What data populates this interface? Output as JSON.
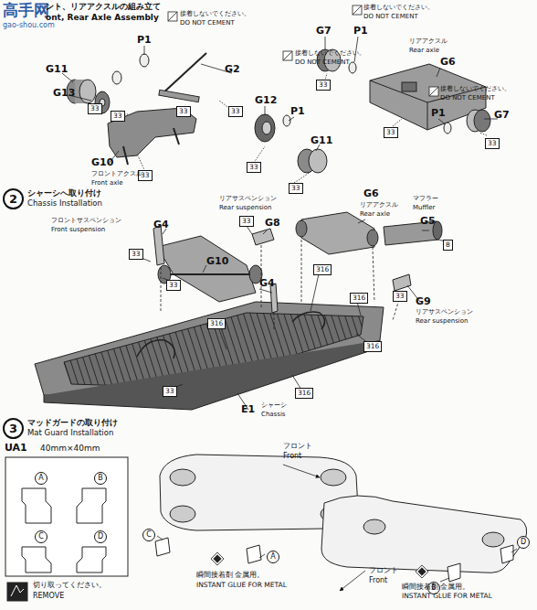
{
  "diagram": {
    "nodes": [
      {
        "text": [
          "33"
        ]
      },
      {
        "text": [
          "33"
        ]
      },
      {
        "text": [
          "33"
        ]
      },
      {
        "text": [
          "33"
        ]
      },
      {
        "text": [
          "33"
        ]
      },
      {
        "text": [
          "33"
        ]
      },
      {
        "text": [
          "33"
        ]
      },
      {
        "text": [
          "33"
        ]
      },
      {
        "text": [
          "33"
        ]
      },
      {
        "text": [
          "33"
        ]
      },
      {
        "text": [
          "2",
          "シャーシへ取り付け",
          "Chassis Installation"
        ]
      },
      {
        "text": [
          "33"
        ]
      },
      {
        "text": [
          "8"
        ]
      },
      {
        "text": [
          "33"
        ]
      },
      {
        "text": [
          "316"
        ]
      },
      {
        "text": [
          "33"
        ]
      },
      {
        "text": [
          "33"
        ]
      },
      {
        "text": [
          "316"
        ]
      },
      {
        "text": [
          "316"
        ]
      },
      {
        "text": [
          "316"
        ]
      },
      {
        "text": [
          "33"
        ]
      },
      {
        "text": [
          "316"
        ]
      },
      {
        "text": [
          "3",
          "マッドガードの取り付け",
          "Mat Guard Installation"
        ]
      },
      {
        "text": [
          "A"
        ]
      },
      {
        "text": [
          "B"
        ]
      },
      {
        "text": [
          "C"
        ]
      },
      {
        "text": [
          "D"
        ]
      },
      {
        "text": [
          "C"
        ]
      },
      {
        "text": [
          "A"
        ]
      },
      {
        "text": [
          "D"
        ]
      },
      {
        "text": [
          "B"
        ]
      }
    ],
    "labels": [
      "高手网",
      "gao-shou.com",
      "ント、リアアクスルの組み立て",
      "ont, Rear Axle Assembly",
      "接着しないでください。",
      "DO NOT CEMENT",
      "P1",
      "G11",
      "G13",
      "G2",
      "接着しないでください。",
      "DO NOT CEMENT",
      "G12",
      "P1",
      "G11",
      "G10",
      "フロントアクスル",
      "Front axle",
      "接着しないでください。",
      "DO NOT CEMENT",
      "G7",
      "P1",
      "リアアクスル",
      "Rear axle",
      "G6",
      "接着しないでください。",
      "DO NOT CEMENT",
      "P1",
      "G7",
      "リアサスペンション",
      "Rear suspension",
      "G8",
      "G6",
      "リアアクスル",
      "Rear axle",
      "マフラー",
      "Muffler",
      "G5",
      "フロントサスペンション",
      "Front suspension",
      "G4",
      "G10",
      "G4",
      "G9",
      "リアサスペンション",
      "Rear suspension",
      "E1",
      "シャーシ",
      "Chassis",
      "UA1",
      "40mm×40mm",
      "切り取ってください。",
      "REMOVE",
      "フロント",
      "Front",
      "瞬間接着剤 金属用。",
      "INSTANT GLUE FOR METAL",
      "フロント",
      "Front",
      "瞬間接着剤 金属用。",
      "INSTANT GLUE FOR METAL"
    ]
  }
}
